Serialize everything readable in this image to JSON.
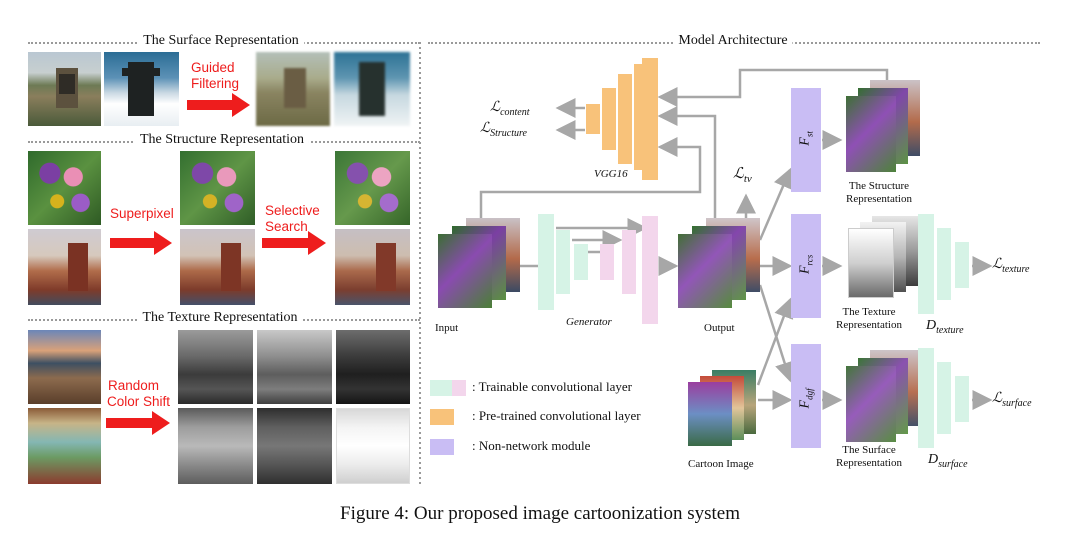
{
  "left_panel": {
    "surface_title": "The Surface Representation",
    "surface_label_line1": "Guided",
    "surface_label_line2": "Filtering",
    "structure_title": "The Structure Representation",
    "superpixel_label": "Superpixel",
    "selective_line1": "Selective",
    "selective_line2": "Search",
    "texture_title": "The Texture Representation",
    "random_line1": "Random",
    "random_line2": "Color Shift"
  },
  "right_panel": {
    "title": "Model Architecture",
    "loss_content_main": "ℒ",
    "loss_content_sub": "content",
    "loss_structure_main": "ℒ",
    "loss_structure_sub": "Structure",
    "vgg_label": "VGG16",
    "loss_tv_main": "ℒ",
    "loss_tv_sub": "tv",
    "input_label": "Input",
    "generator_label": "Generator",
    "output_label": "Output",
    "cartoon_label": "Cartoon Image",
    "f_st_main": "F",
    "f_st_sub": "st",
    "f_rcs_main": "F",
    "f_rcs_sub": "rcs",
    "f_dgf_main": "F",
    "f_dgf_sub": "dgf",
    "structure_rep_line1": "The Structure",
    "structure_rep_line2": "Representation",
    "texture_rep_line1": "The Texture",
    "texture_rep_line2": "Representation",
    "surface_rep_line1": "The Surface",
    "surface_rep_line2": "Representation",
    "d_texture_main": "D",
    "d_texture_sub": "texture",
    "d_surface_main": "D",
    "d_surface_sub": "surface",
    "loss_texture_main": "ℒ",
    "loss_texture_sub": "texture",
    "loss_surface_main": "ℒ",
    "loss_surface_sub": "surface"
  },
  "legend": {
    "trainable": ": Trainable convolutional layer",
    "pretrained": ": Pre-trained convolutional layer",
    "non_network": ": Non-network module"
  },
  "colors": {
    "trainable_green": "#d6f3e6",
    "trainable_pink": "#f3d6ec",
    "pretrained_orange": "#f8c27a",
    "non_network_purple": "#c9bdf4",
    "arrow_red": "#ee1d1d",
    "arrow_gray": "#a7a7a7"
  },
  "caption": "Figure 4: Our proposed image cartoonization system"
}
